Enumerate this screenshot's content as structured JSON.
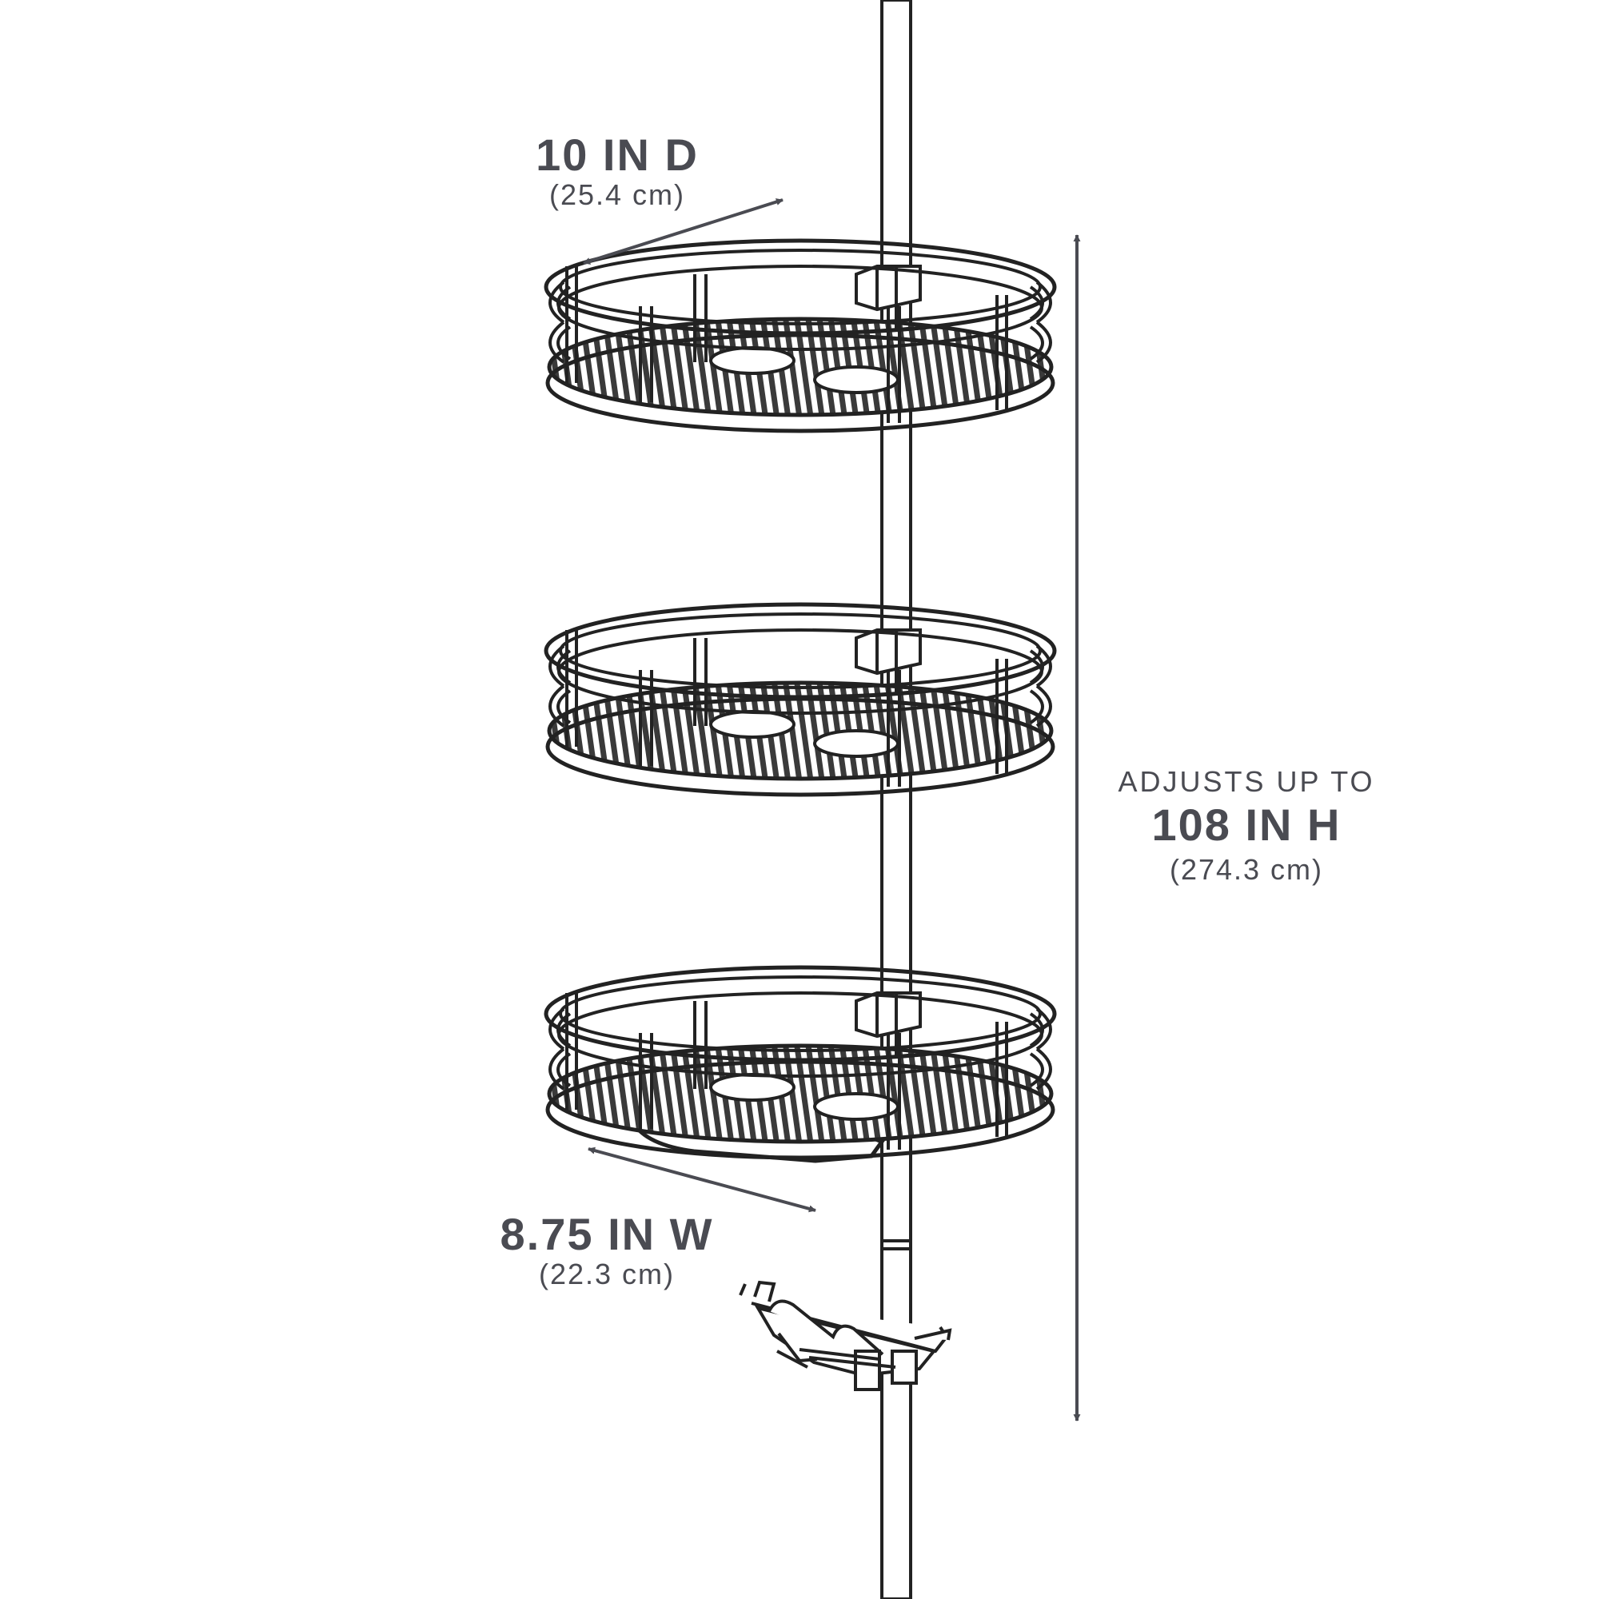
{
  "colors": {
    "ink": "#4a4b52",
    "line": "#222222",
    "background": "#ffffff"
  },
  "depth": {
    "value": "10 IN D",
    "metric": "(25.4 cm)"
  },
  "height": {
    "prefix": "ADJUSTS UP TO",
    "value": "108 IN H",
    "metric": "(274.3 cm)"
  },
  "width": {
    "value": "8.75 IN W",
    "metric": "(22.3 cm)"
  },
  "icons": {
    "pole": "tension-pole",
    "baskets": "oval-wire-basket",
    "tray": "swivel-tray",
    "soap_dish": "soap-dish",
    "arrows": "double-arrow"
  }
}
